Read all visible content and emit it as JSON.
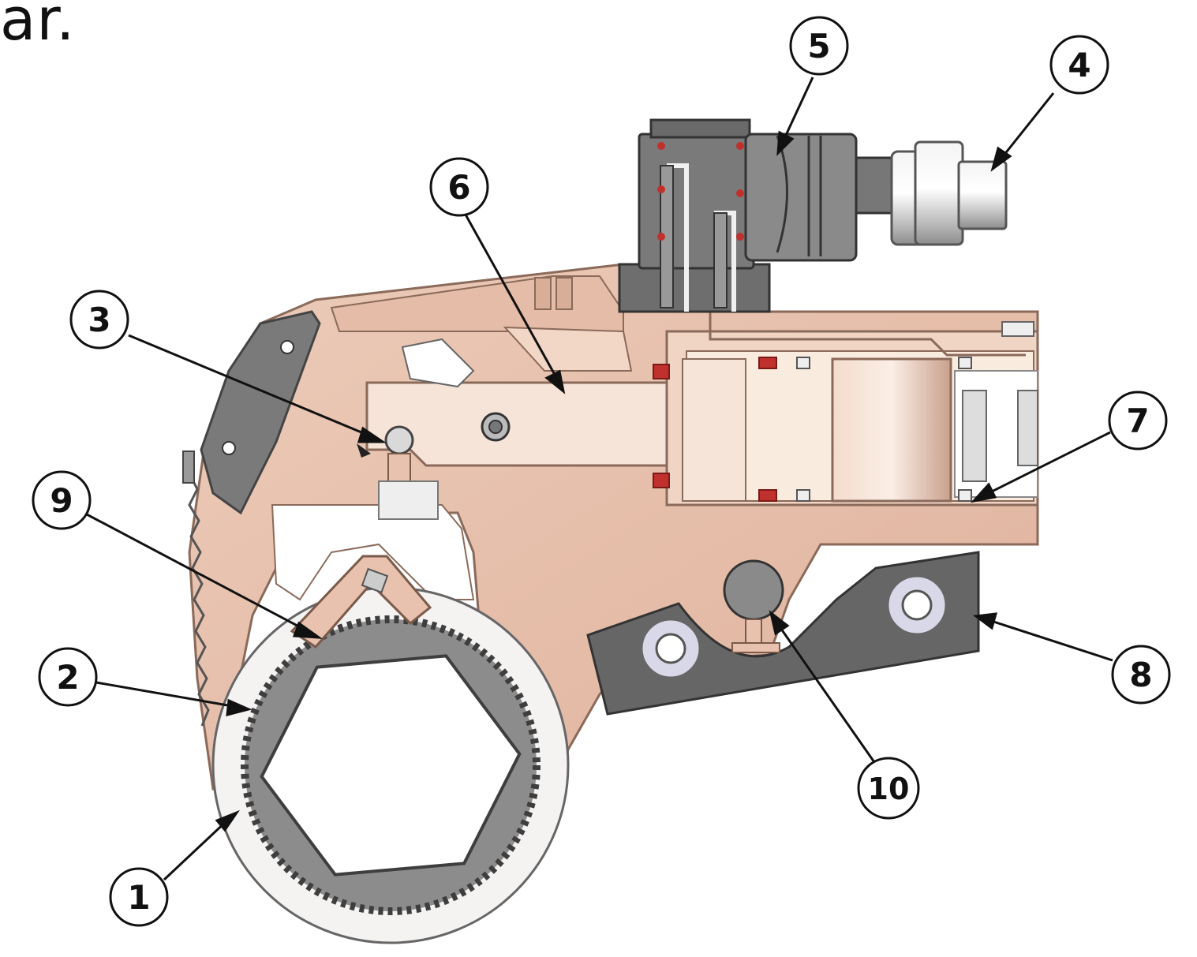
{
  "heading_fragment": "ar.",
  "callouts": [
    {
      "id": "c1",
      "label": "1"
    },
    {
      "id": "c2",
      "label": "2"
    },
    {
      "id": "c3",
      "label": "3"
    },
    {
      "id": "c4",
      "label": "4"
    },
    {
      "id": "c5",
      "label": "5"
    },
    {
      "id": "c6",
      "label": "6"
    },
    {
      "id": "c7",
      "label": "7"
    },
    {
      "id": "c8",
      "label": "8"
    },
    {
      "id": "c9",
      "label": "9"
    },
    {
      "id": "c10",
      "label": "10"
    }
  ],
  "colors": {
    "body": "#e8c2ae",
    "body_dark": "#cfa08a",
    "steel_dark": "#6e6e6e",
    "steel": "#8e8e8e",
    "steel_light": "#d9d9d9",
    "seal_red": "#c0302c",
    "ink": "#111111"
  }
}
